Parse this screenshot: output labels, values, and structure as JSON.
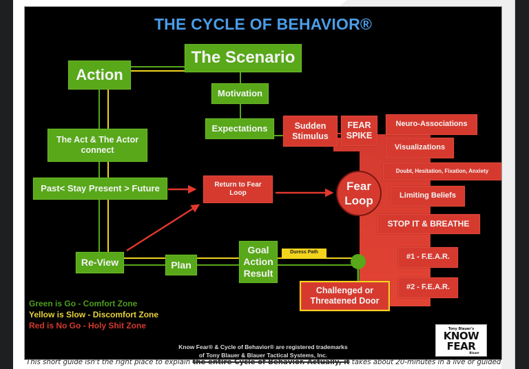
{
  "diagram": {
    "title": "THE CYCLE OF BEHAVIOR®",
    "colors": {
      "title": "#4a9de8",
      "green": "#58a81a",
      "yellow": "#f3d51e",
      "red": "#d63a2f",
      "background": "#000000"
    },
    "nodes": {
      "action": "Action",
      "scenario": "The Scenario",
      "motivation": "Motivation",
      "expectations": "Expectations",
      "sudden_stimulus": "Sudden Stimulus",
      "fear_spike": "FEAR SPIKE",
      "neuro_associations": "Neuro-Associations",
      "visualizations": "Visualizations",
      "doubt": "Doubt, Hesitation, Fixation, Anxiety",
      "limiting_beliefs": "Limiting Beliefs",
      "stop_breathe": "STOP IT & BREATHE",
      "fear1": "#1 - F.E.A.R.",
      "fear2": "#2 - F.E.A.R.",
      "fear_loop": "Fear Loop",
      "act_actor": "The Act & The Actor connect",
      "past_present_future": "Past< Stay Present > Future",
      "return_fear_loop": "Return to Fear Loop",
      "review": "Re-View",
      "plan": "Plan",
      "goal_action_result": "Goal Action Result",
      "duress_path": "Duress Path",
      "challenged_door": "Challenged or Threatened Door"
    },
    "legend": [
      {
        "text": "Green is Go - Comfort Zone",
        "color": "#4f9f1a"
      },
      {
        "text": "Yellow is Slow - Discomfort Zone",
        "color": "#e8d43a"
      },
      {
        "text": "Red is No Go - Holy Shit Zone",
        "color": "#d63a2f"
      }
    ],
    "trademark": [
      "Know Fear® & Cycle of Behavior® are registered trademarks",
      "of Tony Blauer & Blauer Tactical Systems, Inc."
    ],
    "logo": {
      "pre": "Tony Blauer's",
      "line1": "KNOW",
      "line2": "FEAR",
      "sub": "Blauer"
    }
  },
  "caption": {
    "before": "This short guide isn't the right place to explain ",
    "struck": "the entire Cycle of Behavior. Actually, it",
    "after": " takes about 20-minutes in a live or guided"
  }
}
